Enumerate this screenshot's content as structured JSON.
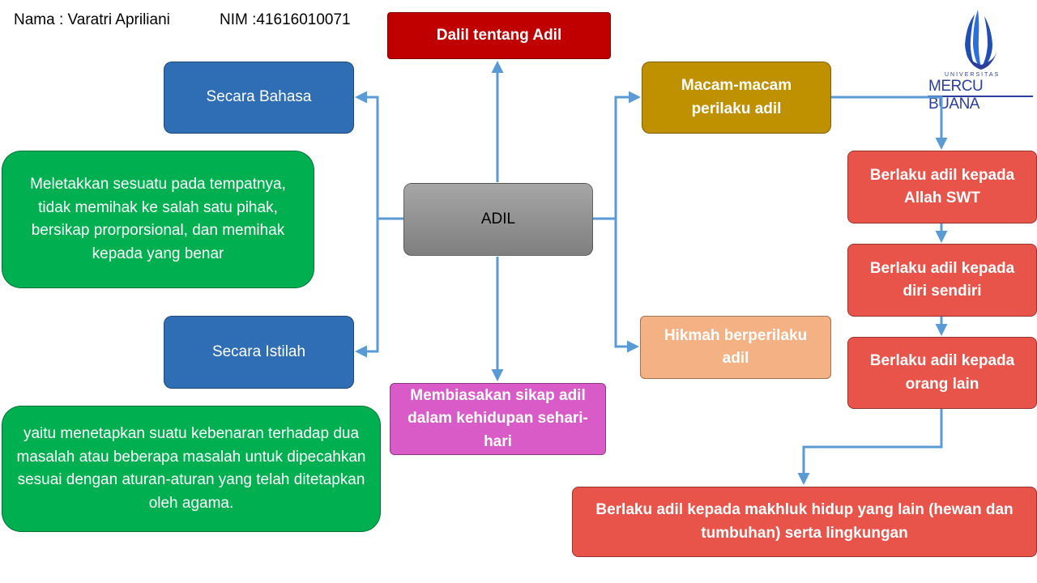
{
  "header": {
    "nama": "Nama : Varatri Apriliani",
    "nim": "NIM :41616010071"
  },
  "logo": {
    "small_text": "UNIVERSITAS",
    "name": "MERCU BUANA"
  },
  "nodes": {
    "center": "ADIL",
    "dalil": "Dalil tentang Adil",
    "secara_bahasa": "Secara Bahasa",
    "bahasa_def": "Meletakkan sesuatu pada tempatnya, tidak memihak ke salah satu pihak, bersikap prorporsional, dan memihak kepada yang benar",
    "secara_istilah": "Secara Istilah",
    "istilah_def": "yaitu menetapkan suatu kebenaran terhadap dua masalah atau beberapa masalah untuk dipecahkan sesuai dengan aturan-aturan yang telah ditetapkan oleh agama.",
    "membiasakan": "Membiasakan sikap adil dalam kehidupan sehari-hari",
    "macam": "Macam-macam perilaku adil",
    "hikmah": "Hikmah berperilaku adil",
    "allah": "Berlaku adil kepada Allah SWT",
    "diri": "Berlaku adil kepada diri sendiri",
    "orang_lain": "Berlaku adil kepada orang lain",
    "makhluk": "Berlaku adil kepada makhluk hidup yang lain (hewan dan tumbuhan) serta lingkungan"
  },
  "colors": {
    "connector": "#5b9bd5",
    "blue": "#2f6eb5",
    "green": "#00b050",
    "dark_red": "#c00000",
    "gold": "#bf9000",
    "peach": "#f4b183",
    "magenta": "#d85bc8",
    "red": "#e8534a"
  }
}
